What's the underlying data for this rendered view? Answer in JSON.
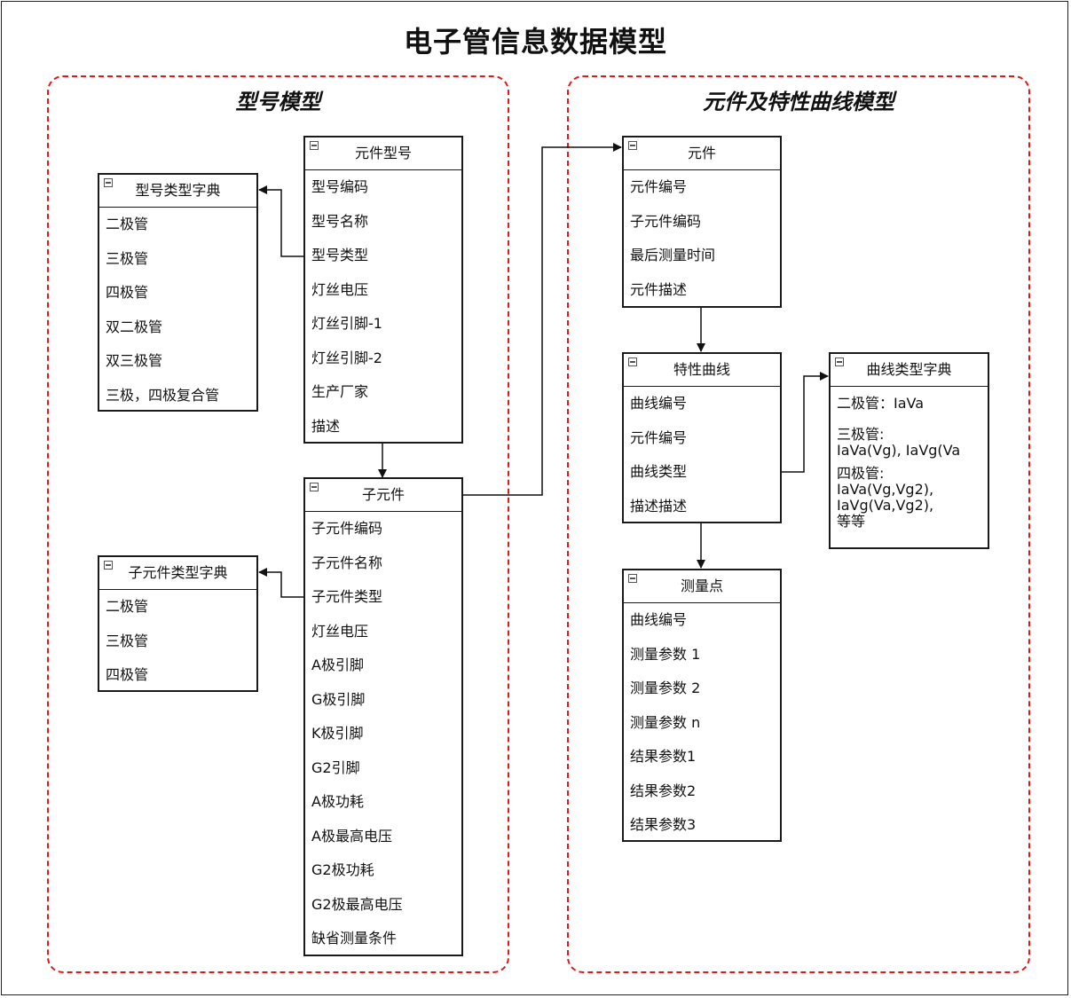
{
  "title": "电子管信息数据模型",
  "groups": {
    "model": "型号模型",
    "component": "元件及特性曲线模型"
  },
  "entities": {
    "model_type_dict": {
      "title": "型号类型字典",
      "rows": [
        "二极管",
        "三极管",
        "四极管",
        "双二极管",
        "双三极管",
        "三极，四极复合管"
      ]
    },
    "component_model": {
      "title": "元件型号",
      "rows": [
        "型号编码",
        "型号名称",
        "型号类型",
        "灯丝电压",
        "灯丝引脚-1",
        "灯丝引脚-2",
        "生产厂家",
        "描述"
      ]
    },
    "sub_component": {
      "title": "子元件",
      "rows": [
        "子元件编码",
        "子元件名称",
        "子元件类型",
        "灯丝电压",
        "A极引脚",
        "G极引脚",
        "K极引脚",
        "G2引脚",
        "A极功耗",
        "A极最高电压",
        "G2极功耗",
        "G2极最高电压",
        "缺省测量条件"
      ]
    },
    "sub_component_type_dict": {
      "title": "子元件类型字典",
      "rows": [
        "二极管",
        "三极管",
        "四极管"
      ]
    },
    "component": {
      "title": "元件",
      "rows": [
        "元件编号",
        "子元件编码",
        "最后测量时间",
        "元件描述"
      ]
    },
    "curve": {
      "title": "特性曲线",
      "rows": [
        "曲线编号",
        "元件编号",
        "曲线类型",
        "描述描述"
      ]
    },
    "curve_type_dict": {
      "title": "曲线类型字典",
      "rows": [
        "二极管：IaVa",
        "三极管:\nIaVa(Vg), IaVg(Va",
        "四极管:\nIaVa(Vg,Vg2),\nIaVg(Va,Vg2),\n等等"
      ]
    },
    "measure_point": {
      "title": "测量点",
      "rows": [
        "曲线编号",
        "测量参数 1",
        "测量参数 2",
        "测量参数 n",
        "结果参数1",
        "结果参数2",
        "结果参数3"
      ]
    }
  },
  "colors": {
    "group_border": "#e0191e",
    "entity_border": "#1a1a1a",
    "connector": "#111111"
  }
}
